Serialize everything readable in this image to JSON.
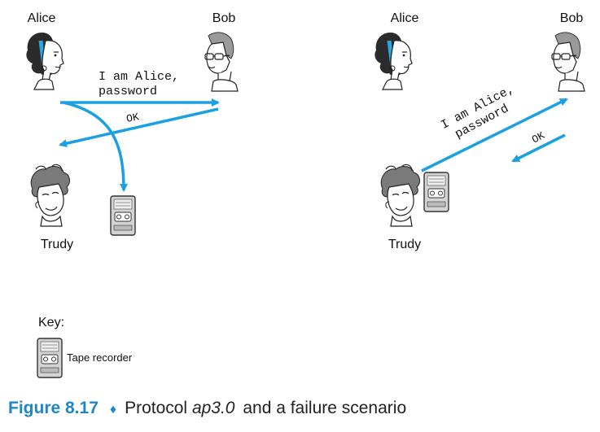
{
  "left_scenario": {
    "alice_label": "Alice",
    "bob_label": "Bob",
    "trudy_label": "Trudy",
    "message_line1": "I am Alice,",
    "message_line2": "password",
    "ok_label": "OK"
  },
  "right_scenario": {
    "alice_label": "Alice",
    "bob_label": "Bob",
    "trudy_label": "Trudy",
    "message_line1": "I am Alice,",
    "message_line2": "password",
    "ok_label": "OK"
  },
  "key": {
    "title": "Key:",
    "tape_recorder_label": "Tape recorder"
  },
  "caption": {
    "figure_number": "Figure 8.17",
    "separator": "♦",
    "text_before": "Protocol ",
    "protocol_name": "ap3.0",
    "text_after": " and a failure scenario"
  },
  "colors": {
    "arrow": "#1ba1e2",
    "caption_accent": "#1f86c7",
    "hair": "#2b2b2b",
    "headband": "#2aa6e0"
  }
}
